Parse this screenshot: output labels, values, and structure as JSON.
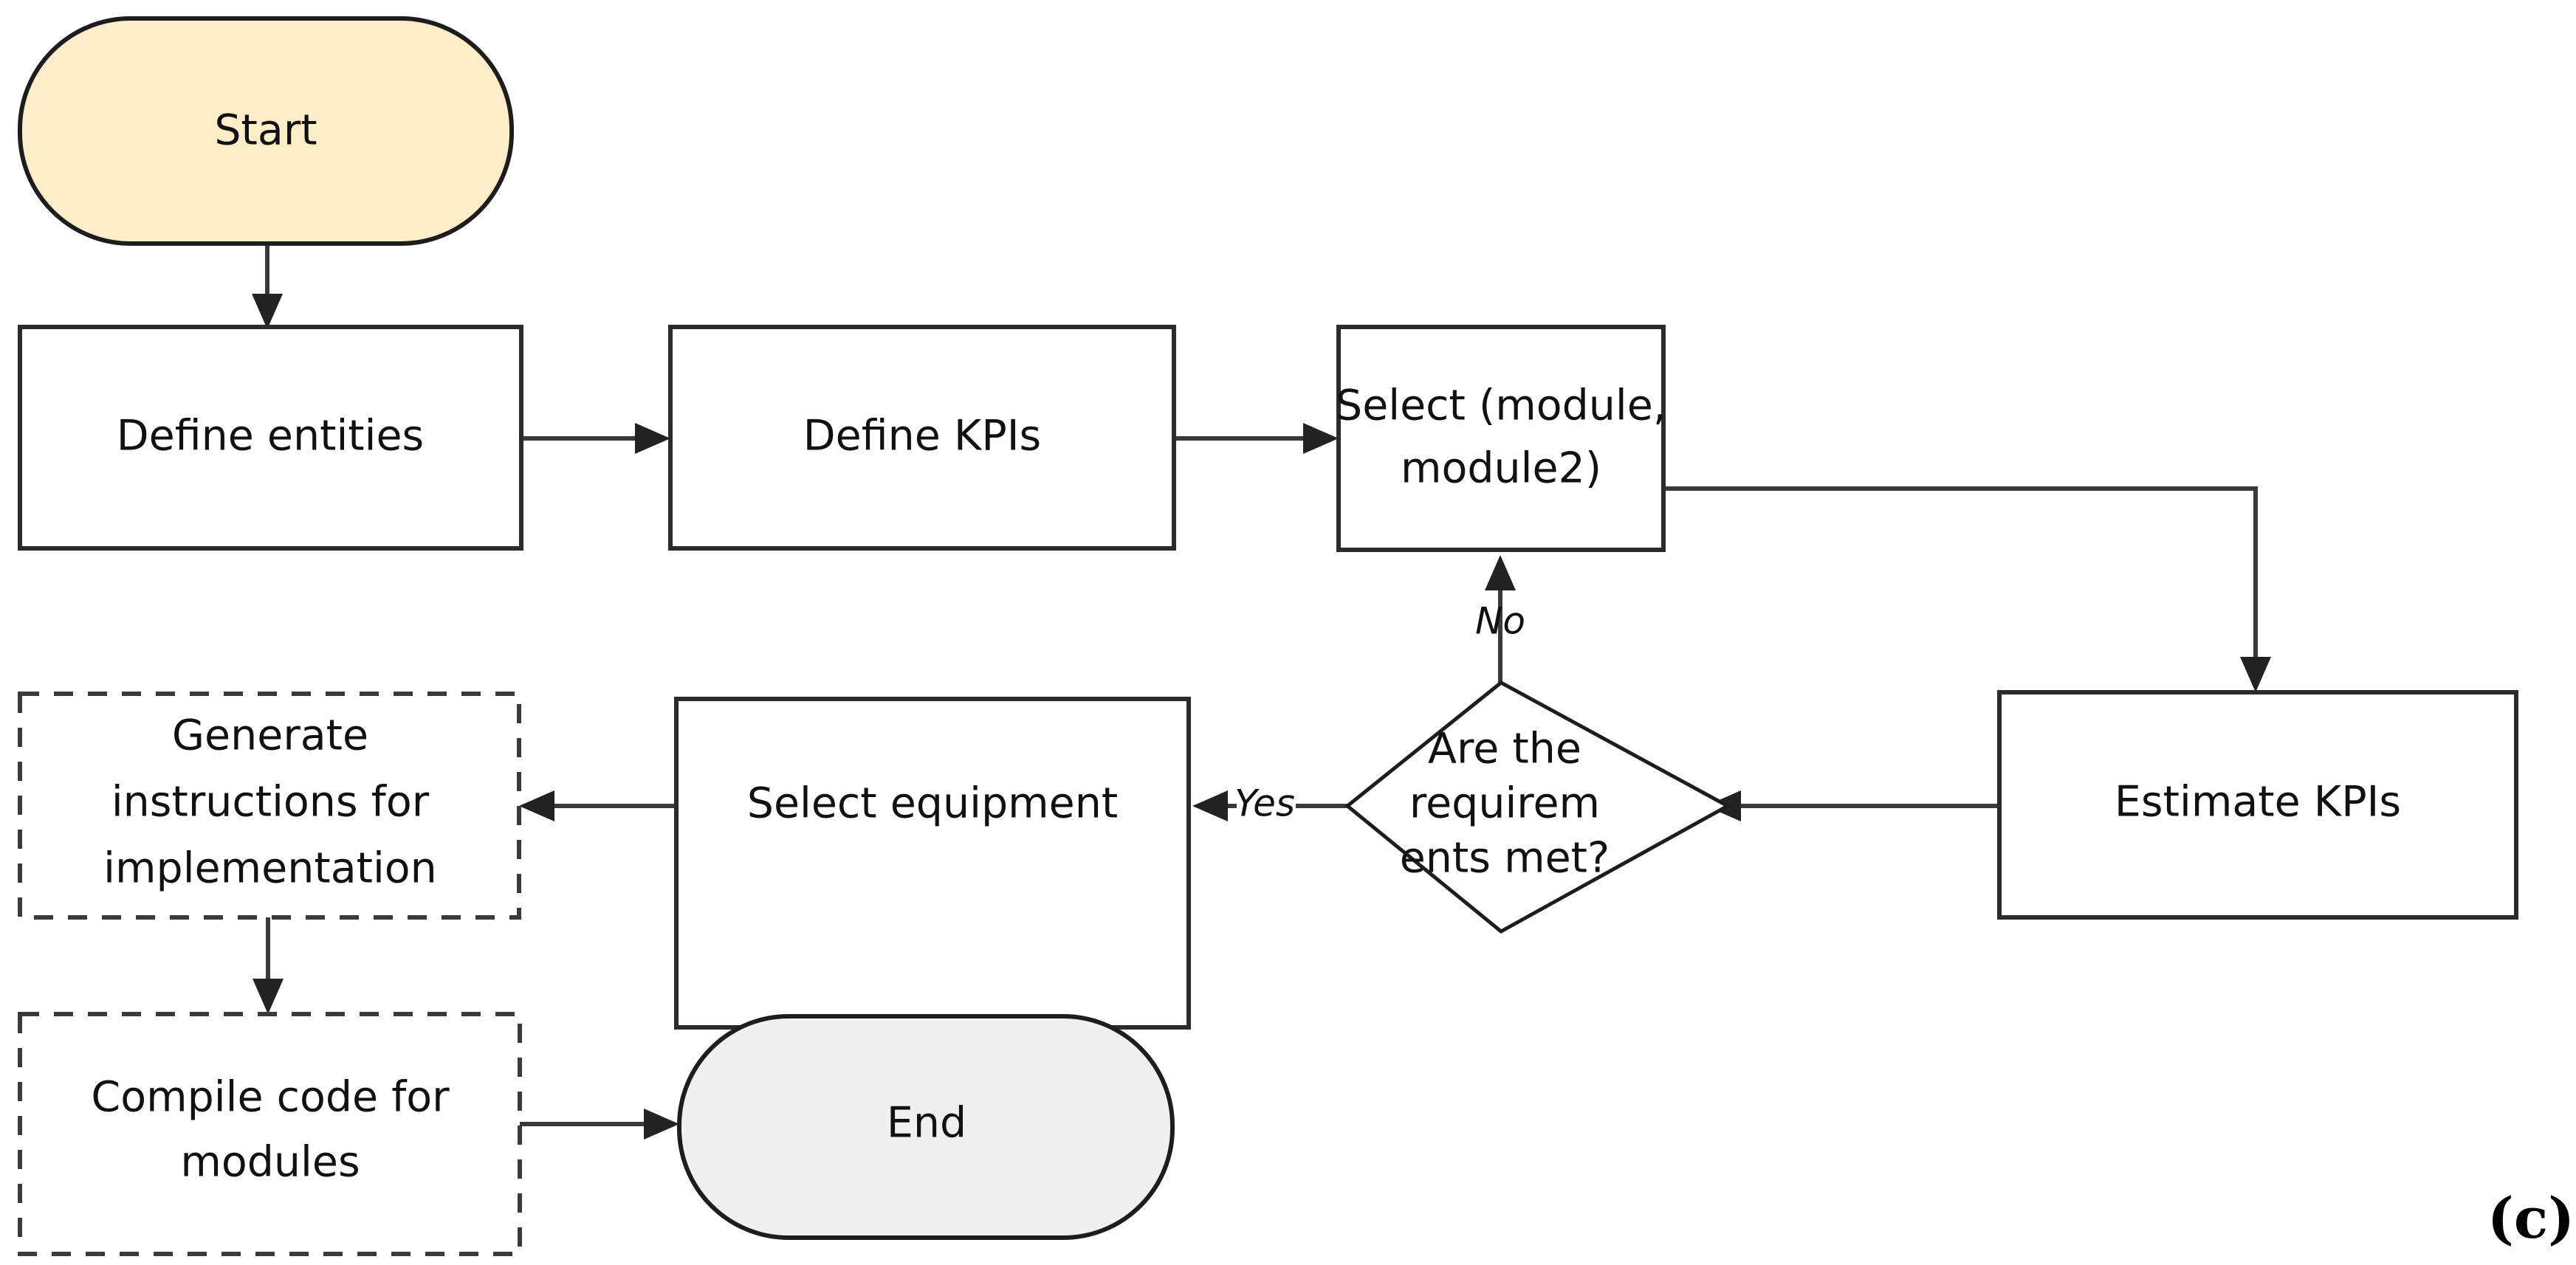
{
  "figure": {
    "panel_label": "(c)",
    "type": "flowchart"
  },
  "colors": {
    "start_fill": "#fdeec9",
    "end_fill": "#f0f0f0",
    "process_fill": "#ffffff",
    "stroke": "#2b2b2b",
    "text": "#111111"
  },
  "nodes": {
    "start": {
      "label": "Start",
      "shape": "stadium"
    },
    "define_entities": {
      "label": "Define entities",
      "shape": "rect"
    },
    "define_kpis": {
      "label": "Define KPIs",
      "shape": "rect"
    },
    "select_module": {
      "label_line1": "Select (module,",
      "label_line2": "module2)",
      "shape": "rect"
    },
    "estimate_kpis": {
      "label": "Estimate KPIs",
      "shape": "rect"
    },
    "decision": {
      "label_line1": "Are the",
      "label_line2": "requirem",
      "label_line3": "ents met?",
      "shape": "diamond"
    },
    "select_equipment": {
      "label": "Select equipment",
      "shape": "rect"
    },
    "generate_instructions": {
      "label_line1": "Generate",
      "label_line2": "instructions for",
      "label_line3": "implementation",
      "shape": "rect-dashed"
    },
    "compile_code": {
      "label_line1": "Compile code for",
      "label_line2": "modules",
      "shape": "rect-dashed"
    },
    "end": {
      "label": "End",
      "shape": "stadium"
    }
  },
  "edge_labels": {
    "no": "No",
    "yes": "Yes"
  }
}
